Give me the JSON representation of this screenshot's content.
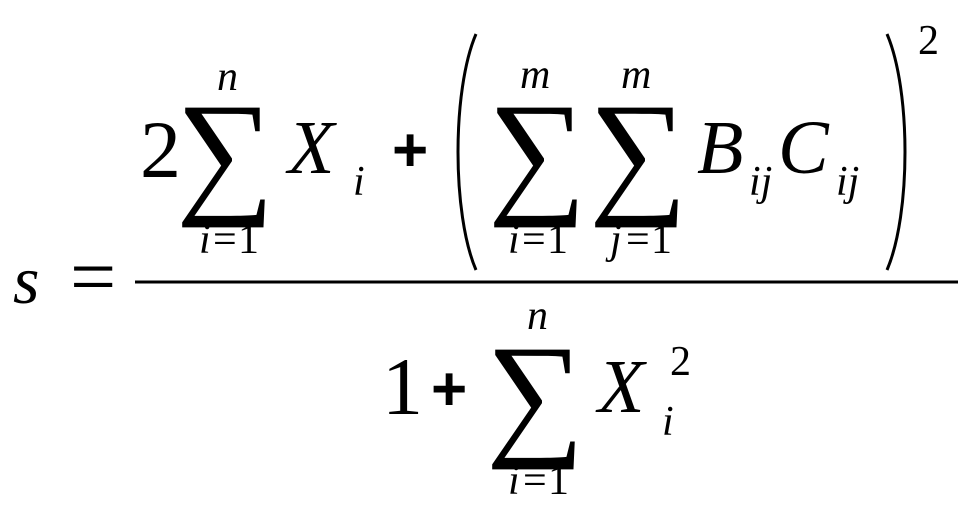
{
  "formula": {
    "lhs": {
      "variable": "s",
      "equals": "="
    },
    "numerator": {
      "coefficient": "2",
      "sum1": {
        "symbol": "∑",
        "upper": "n",
        "lower_index": "i",
        "lower_eq": "=",
        "lower_value": "1"
      },
      "term1": {
        "variable": "X",
        "subscript": "i"
      },
      "plus": "+",
      "sum2": {
        "symbol": "∑",
        "upper": "m",
        "lower_index": "i",
        "lower_eq": "=",
        "lower_value": "1"
      },
      "sum3": {
        "symbol": "∑",
        "upper": "m",
        "lower_index": "j",
        "lower_eq": "=",
        "lower_value": "1"
      },
      "term2": {
        "variable": "B",
        "subscript": "ij"
      },
      "term3": {
        "variable": "C",
        "subscript": "ij"
      },
      "exponent": "2"
    },
    "denominator": {
      "one": "1",
      "plus": "+",
      "sum": {
        "symbol": "∑",
        "upper": "n",
        "lower_index": "i",
        "lower_eq": "=",
        "lower_value": "1"
      },
      "term": {
        "variable": "X",
        "subscript": "i",
        "superscript": "2"
      }
    }
  }
}
